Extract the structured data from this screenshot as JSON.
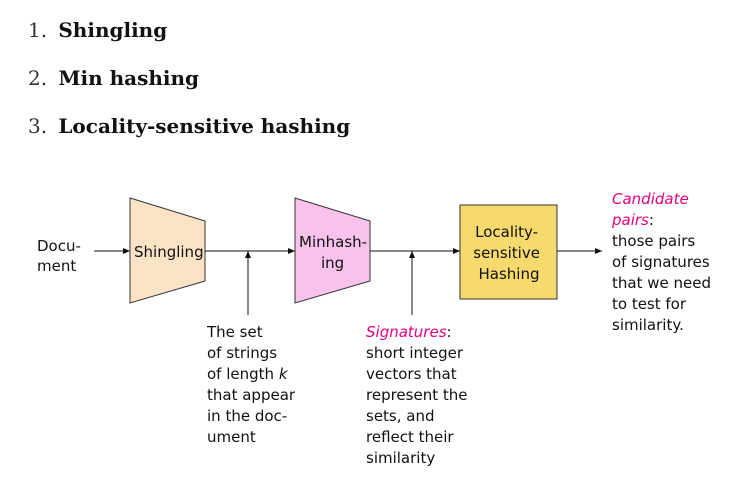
{
  "steps": [
    {
      "num": "1.",
      "label": "Shingling"
    },
    {
      "num": "2.",
      "label": "Min hashing"
    },
    {
      "num": "3.",
      "label": "Locality-sensitive hashing"
    }
  ],
  "diagram": {
    "document_lines": [
      "Docu-",
      "ment"
    ],
    "shingling_label": "Shingling",
    "minhash_lines": [
      "Minhash-",
      "ing"
    ],
    "lsh_lines": [
      "Locality-",
      "sensitive",
      "Hashing"
    ],
    "candidate_title_lines": [
      "Candidate",
      "pairs"
    ],
    "candidate_colon": ":",
    "candidate_desc_lines": [
      "those pairs",
      "of signatures",
      "that we need",
      "to test for",
      "similarity."
    ],
    "shingles_desc_lines": [
      "The set",
      "of strings",
      "of length ",
      "that appear",
      "in the doc-",
      "ument"
    ],
    "shingles_k": "k",
    "signatures_title": "Signatures",
    "signatures_colon": ":",
    "signatures_desc_lines": [
      "short integer",
      "vectors that",
      "represent the",
      "sets, and",
      "reflect their",
      "similarity"
    ]
  },
  "colors": {
    "shingling_fill": "#fde3c6",
    "minhash_fill": "#f8c2ec",
    "lsh_fill": "#f6da6e",
    "highlight": "#e6007e"
  }
}
